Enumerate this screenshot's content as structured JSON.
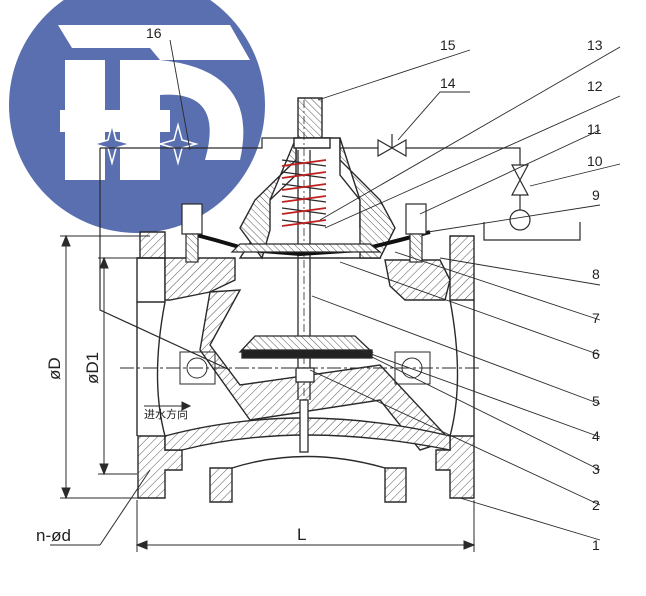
{
  "logo": {
    "text": "HD",
    "colors": {
      "disc": "#5a6fb0",
      "mark": "#ffffff"
    }
  },
  "callouts": [
    "1",
    "2",
    "3",
    "4",
    "5",
    "6",
    "7",
    "8",
    "9",
    "10",
    "11",
    "12",
    "13",
    "14",
    "15",
    "16"
  ],
  "dimensions": {
    "length": "L",
    "diameter": "øD",
    "diameter_1": "øD1",
    "bolt_holes": "n-ød"
  },
  "flow_direction_label": "进水方向",
  "colors": {
    "line": "#2a2a2a",
    "hatch": "#555555",
    "diaphragm": "#111111",
    "logo": "#5a6fb0"
  }
}
